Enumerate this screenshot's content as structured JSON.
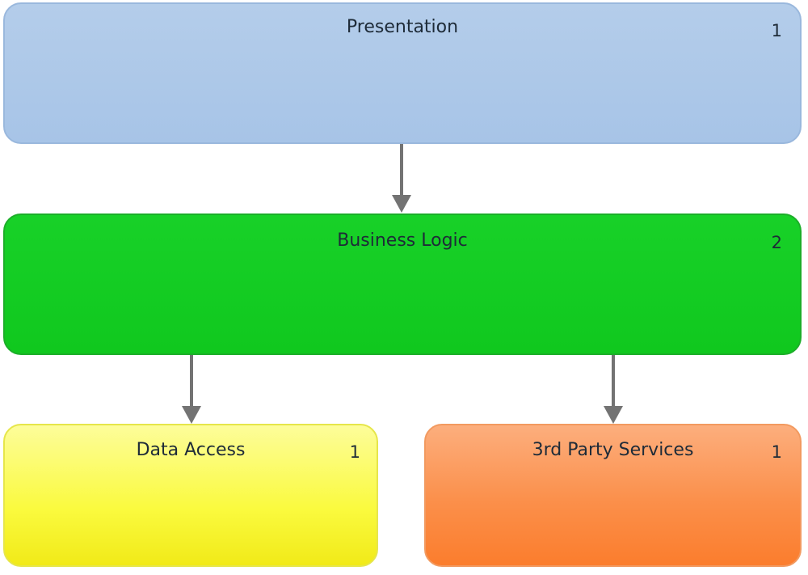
{
  "layers": {
    "presentation": {
      "title": "Presentation",
      "count": "1",
      "color": "#a9c6e8"
    },
    "business_logic": {
      "title": "Business Logic",
      "count": "2",
      "color": "#14cc24"
    },
    "data_access": {
      "title": "Data Access",
      "count": "1",
      "color": "#fafa3e"
    },
    "third_party": {
      "title": "3rd Party Services",
      "count": "1",
      "color": "#fb8f4a"
    }
  },
  "connector_color": "#737373"
}
